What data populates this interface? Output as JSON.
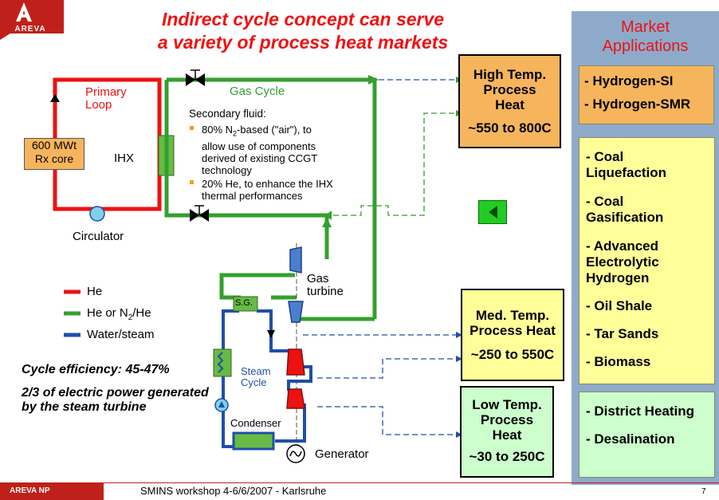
{
  "logo": {
    "name": "AREVA"
  },
  "title": {
    "line1": "Indirect cycle concept can serve",
    "line2": "a variety of process heat markets"
  },
  "diagram": {
    "primary_loop": "Primary\nLoop",
    "rx_core": "600 MWt\nRx core",
    "ihx": "IHX",
    "circulator": "Circulator",
    "gas_cycle": "Gas Cycle",
    "secondary_fluid": {
      "heading": "Secondary fluid:",
      "bullet1_pre": "80% N",
      "bullet1_sub": "2",
      "bullet1_post": "-based (\"air\"),  to",
      "bullet1_rest": [
        "allow use of components",
        "derived of existing CCGT",
        "technology"
      ],
      "bullet2_lines": [
        "20% He, to enhance the IHX",
        "thermal performances"
      ]
    },
    "gas_turbine": "Gas\nturbine",
    "sg": "S.G.",
    "steam_cycle": "Steam\nCycle",
    "condenser": "Condenser",
    "generator": "Generator"
  },
  "legend": {
    "he": "He",
    "he_n2_pre": "He or N",
    "he_n2_sub": "2",
    "he_n2_post": "/He",
    "water": "Water/steam",
    "colors": {
      "he": "#ee1111",
      "he_n2": "#33a02c",
      "water": "#1f4fa8"
    }
  },
  "notes": {
    "efficiency": "Cycle efficiency: 45-47%",
    "electric_line1": "2/3 of electric power generated",
    "electric_line2": "by the steam turbine"
  },
  "process_heat": {
    "high": {
      "label": "High Temp.\nProcess\nHeat",
      "range": "~550 to 800C"
    },
    "med": {
      "label": "Med. Temp.\nProcess Heat",
      "range": "~250 to 550C"
    },
    "low": {
      "label": "Low Temp.\nProcess\nHeat",
      "range": "~30 to 250C"
    }
  },
  "market": {
    "title": "Market\nApplications",
    "high": [
      "- Hydrogen-SI",
      "- Hydrogen-SMR"
    ],
    "med": [
      "- Coal\n  Liquefaction",
      "- Coal\n  Gasification",
      "- Advanced\n  Electrolytic\n  Hydrogen",
      "- Oil Shale",
      "- Tar Sands",
      "- Biomass"
    ],
    "low": [
      "- District Heating",
      "- Desalination"
    ]
  },
  "footer": {
    "company": "AREVA NP",
    "event": "SMINS workshop 4-6/6/2007 - Karlsruhe",
    "page": "7"
  }
}
